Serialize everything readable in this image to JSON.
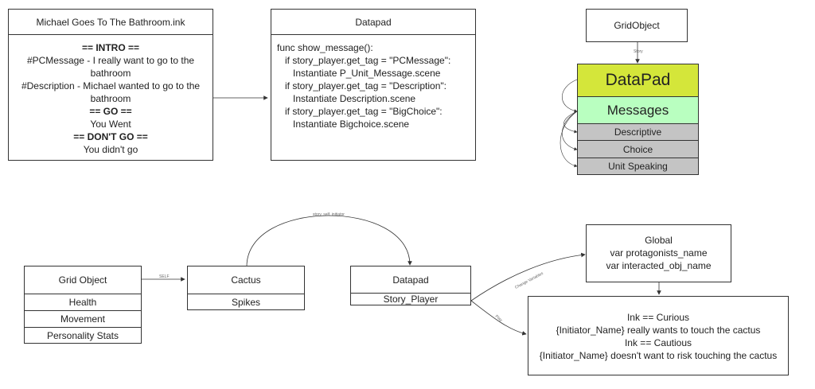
{
  "ink_file": {
    "title": "Michael Goes To The Bathroom.ink",
    "lines": [
      {
        "text": "== INTRO ==",
        "bold": true
      },
      {
        "text": "#PCMessage - I really want to go to the",
        "bold": false
      },
      {
        "text": "bathroom",
        "bold": false
      },
      {
        "text": "#Description - Michael wanted to go to the",
        "bold": false
      },
      {
        "text": "bathroom",
        "bold": false
      },
      {
        "text": "== GO ==",
        "bold": true
      },
      {
        "text": "You Went",
        "bold": false
      },
      {
        "text": "== DON'T GO ==",
        "bold": true
      },
      {
        "text": "You didn't go",
        "bold": false
      }
    ]
  },
  "datapad_code": {
    "title": "Datapad",
    "lines": [
      "func show_message():",
      "   if story_player.get_tag = \"PCMessage\":",
      "      Instantiate P_Unit_Message.scene",
      "   if story_player.get_tag = \"Description\":",
      "      Instantiate Description.scene",
      "   if story_player.get_tag = \"BigChoice\":",
      "      Instantiate Bigchoice.scene"
    ]
  },
  "grid_object_top": {
    "title": "GridObject"
  },
  "edge_story": "Story",
  "stack": {
    "datapad": {
      "label": "DataPad",
      "color": "#d4e63a"
    },
    "messages": {
      "label": "Messages",
      "color": "#b9ffc0"
    },
    "items": [
      "Descriptive",
      "Choice",
      "Unit Speaking"
    ],
    "item_color": "#c4c4c4"
  },
  "grid_object": {
    "title": "Grid Object",
    "rows": [
      "Health",
      "Movement",
      "Personality Stats"
    ]
  },
  "edge_self": "SELF",
  "cactus": {
    "title": "Cactus",
    "rows": [
      "Spikes"
    ]
  },
  "edge_story_self_initiator": "story, self, initiator",
  "datapad_bottom": {
    "title": "Datapad",
    "rows": [
      "Story_Player"
    ]
  },
  "edge_change_variables": "Change Variables",
  "edge_play": "Play",
  "global": {
    "lines": [
      "Global",
      "var protagonists_name",
      "var interacted_obj_name"
    ]
  },
  "ink_logic": {
    "lines": [
      "Ink == Curious",
      "{Initiator_Name} really wants to touch the cactus",
      "Ink == Cautious",
      "{Initiator_Name} doesn't want to risk touching the cactus"
    ]
  }
}
